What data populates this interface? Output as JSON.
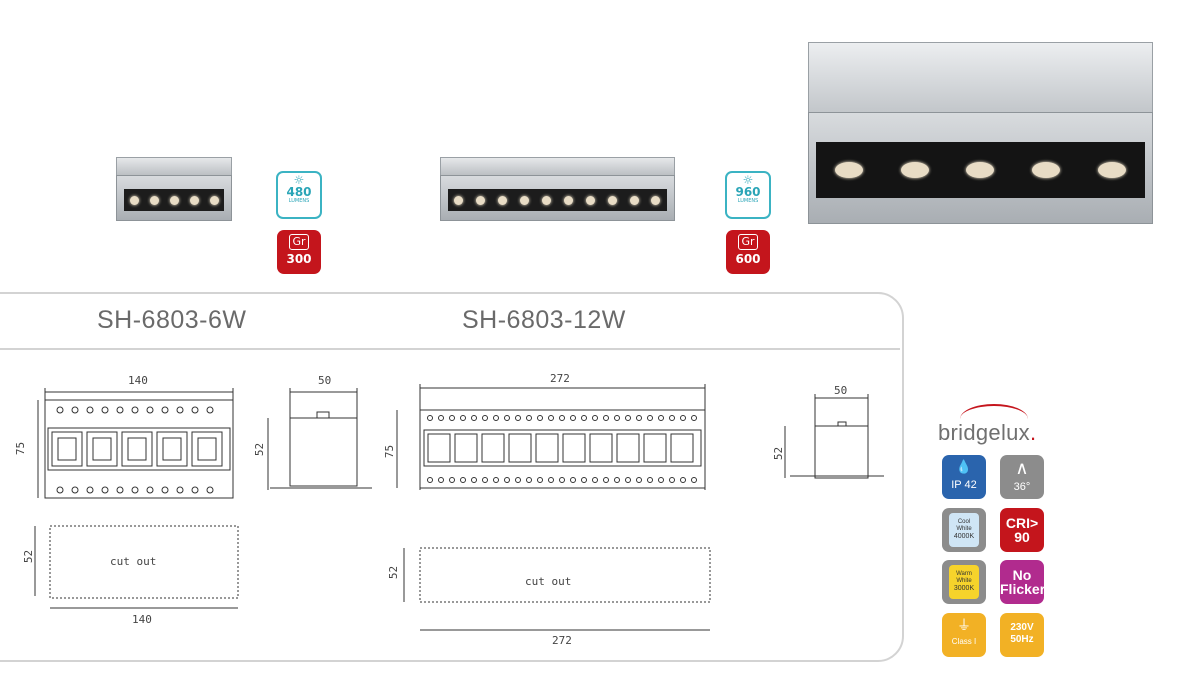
{
  "products": [
    {
      "lumens_value": "480",
      "lumens_unit": "LUMENS",
      "weight_value": "300",
      "weight_unit": "Gr"
    },
    {
      "lumens_value": "960",
      "lumens_unit": "LUMENS",
      "weight_value": "600",
      "weight_unit": "Gr"
    }
  ],
  "drawings": [
    {
      "model": "SH-6803-6W",
      "front_width": "140",
      "front_height": "75",
      "side_width": "50",
      "side_height": "52",
      "cutout_label": "cut out",
      "cutout_height": "52",
      "cutout_width": "140"
    },
    {
      "model": "SH-6803-12W",
      "front_width": "272",
      "front_height": "75",
      "side_width": "50",
      "side_height": "52",
      "cutout_label": "cut out",
      "cutout_height": "52",
      "cutout_width": "272"
    }
  ],
  "brand": {
    "name": "bridgelux",
    "dot": "."
  },
  "specs": {
    "ip": "IP 42",
    "beam_angle": "36°",
    "cool_white_line1": "Cool",
    "cool_white_line2": "White",
    "cool_white_k": "4000K",
    "cri_line1": "CRI>",
    "cri_line2": "90",
    "warm_white_line1": "Warm",
    "warm_white_line2": "White",
    "warm_white_k": "3000K",
    "no_flicker_line1": "No",
    "no_flicker_line2": "Flicker",
    "class_label": "Class I",
    "voltage_line1": "230V",
    "voltage_line2": "50Hz"
  },
  "colors": {
    "red": "#c4151c",
    "teal": "#3bb3c3",
    "magenta": "#b12b8e",
    "yellow": "#f2b125",
    "grey": "#8c8c8c",
    "blue": "#2a64ad"
  }
}
